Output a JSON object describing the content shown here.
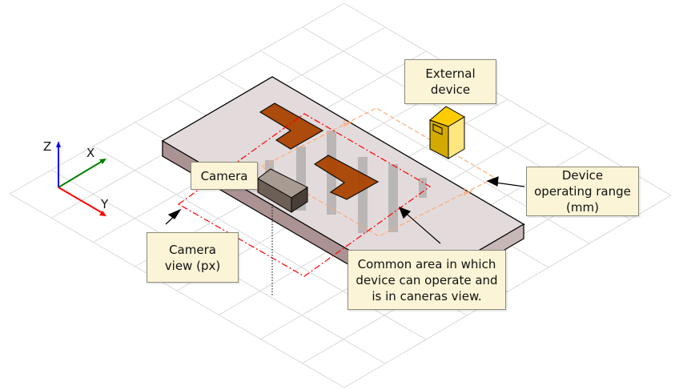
{
  "labels": {
    "external_device": "External device",
    "camera": "Camera",
    "camera_view": "Camera view (px)",
    "device_range": "Device operating range (mm)",
    "common_area": "Common area in which device can operate and is in caneras view."
  },
  "axes": {
    "z": "Z",
    "x": "X",
    "y": "Y"
  },
  "colors": {
    "platform_top": "#e3dbdb",
    "platform_side": "#ac9393",
    "part": "#aa4400",
    "camera_view": "#ff0000",
    "device_range": "#ffaa77",
    "device": "#ffcc00",
    "label_bg": "#fcf4d6",
    "x_axis": "#008000",
    "y_axis": "#ff0000",
    "z_axis": "#0000ff"
  }
}
